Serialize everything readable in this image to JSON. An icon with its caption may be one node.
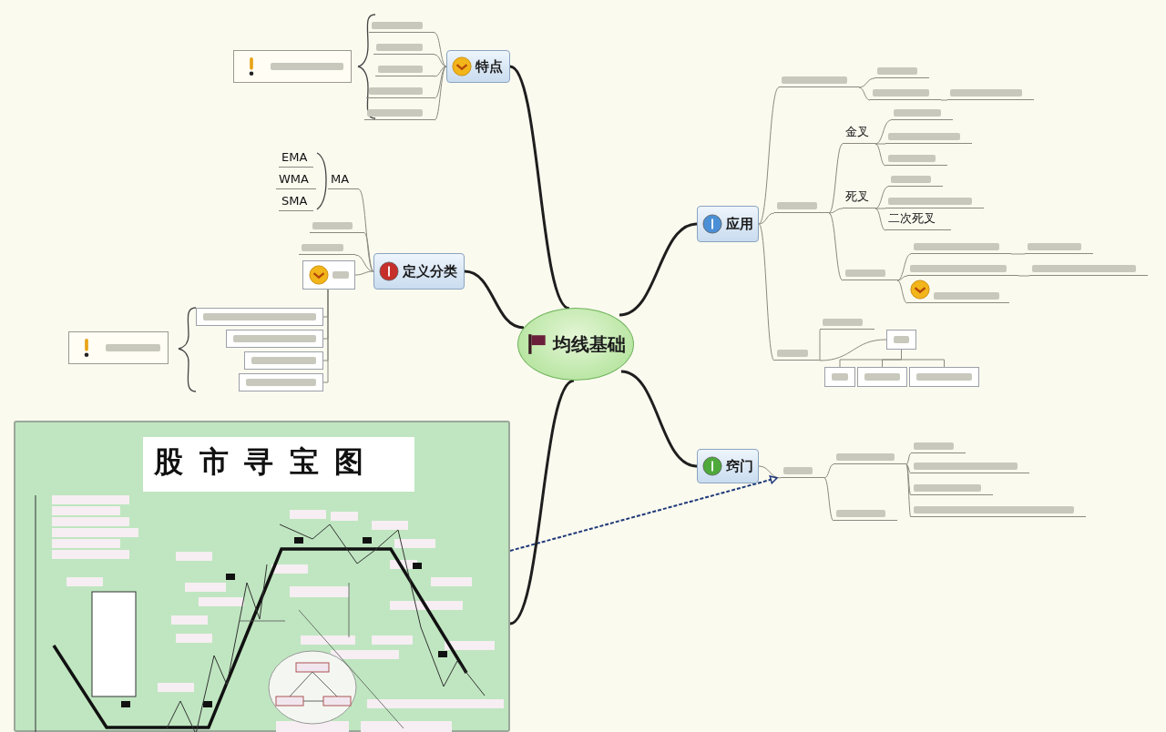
{
  "diagram": {
    "nodes": [
      {
        "text": [
          "均线基础"
        ]
      },
      {
        "text": [
          "特点"
        ]
      },
      {
        "text": [],
        "shape": "bar"
      },
      {
        "text": [],
        "shape": "bar"
      },
      {
        "text": [],
        "shape": "bar"
      },
      {
        "text": [],
        "shape": "bar"
      },
      {
        "text": [],
        "shape": "bar"
      },
      {
        "text": [],
        "shape": "box"
      },
      {
        "text": [
          "定义分类"
        ]
      },
      {
        "text": [
          "MA"
        ]
      },
      {
        "text": [
          "EMA"
        ]
      },
      {
        "text": [
          "WMA"
        ]
      },
      {
        "text": [
          "SMA"
        ]
      },
      {
        "text": [],
        "shape": "bar"
      },
      {
        "text": [],
        "shape": "bar"
      },
      {
        "text": [],
        "shape": "box"
      },
      {
        "text": [],
        "shape": "box"
      },
      {
        "text": [],
        "shape": "box"
      },
      {
        "text": [],
        "shape": "box"
      },
      {
        "text": [],
        "shape": "box"
      },
      {
        "text": [],
        "shape": "box"
      },
      {
        "text": [
          "应用"
        ]
      },
      {
        "text": [],
        "shape": "bar"
      },
      {
        "text": [],
        "shape": "bar"
      },
      {
        "text": [],
        "shape": "bar"
      },
      {
        "text": [],
        "shape": "bar"
      },
      {
        "text": [],
        "shape": "bar"
      },
      {
        "text": [
          "金叉"
        ]
      },
      {
        "text": [],
        "shape": "bar"
      },
      {
        "text": [],
        "shape": "bar"
      },
      {
        "text": [],
        "shape": "bar"
      },
      {
        "text": [
          "死叉"
        ]
      },
      {
        "text": [],
        "shape": "bar"
      },
      {
        "text": [],
        "shape": "bar"
      },
      {
        "text": [
          "二次死叉"
        ]
      },
      {
        "text": [],
        "shape": "bar"
      },
      {
        "text": [],
        "shape": "bar"
      },
      {
        "text": [],
        "shape": "bar"
      },
      {
        "text": [],
        "shape": "bar"
      },
      {
        "text": [],
        "shape": "bar"
      },
      {
        "text": [],
        "shape": "bar"
      },
      {
        "text": [],
        "shape": "bar"
      },
      {
        "text": [],
        "shape": "bar"
      },
      {
        "text": [],
        "shape": "box"
      },
      {
        "text": [],
        "shape": "box"
      },
      {
        "text": [],
        "shape": "box"
      },
      {
        "text": [],
        "shape": "box"
      },
      {
        "text": [
          "窍门"
        ]
      },
      {
        "text": [],
        "shape": "bar"
      },
      {
        "text": [],
        "shape": "bar"
      },
      {
        "text": [],
        "shape": "bar"
      },
      {
        "text": [],
        "shape": "bar"
      },
      {
        "text": [],
        "shape": "bar"
      },
      {
        "text": [],
        "shape": "bar"
      },
      {
        "text": [],
        "shape": "bar"
      },
      {
        "text": [
          "股市寻宝图"
        ]
      }
    ],
    "edges": [
      {
        "from": 0,
        "to": 1,
        "arrow": "none",
        "style": "thick",
        "color": "#1e1e1e"
      },
      {
        "from": 1,
        "to": 2,
        "arrow": "none"
      },
      {
        "from": 1,
        "to": 3,
        "arrow": "none"
      },
      {
        "from": 1,
        "to": 4,
        "arrow": "none"
      },
      {
        "from": 1,
        "to": 5,
        "arrow": "none"
      },
      {
        "from": 1,
        "to": 6,
        "arrow": "none"
      },
      {
        "from": 0,
        "to": 8,
        "arrow": "none",
        "style": "thick",
        "color": "#1e1e1e"
      },
      {
        "from": 8,
        "to": 9,
        "arrow": "none"
      },
      {
        "from": 8,
        "to": 13,
        "arrow": "none"
      },
      {
        "from": 8,
        "to": 14,
        "arrow": "none"
      },
      {
        "from": 8,
        "to": 15,
        "arrow": "none"
      },
      {
        "from": 15,
        "to": 16,
        "arrow": "none"
      },
      {
        "from": 15,
        "to": 17,
        "arrow": "none"
      },
      {
        "from": 15,
        "to": 18,
        "arrow": "none"
      },
      {
        "from": 15,
        "to": 19,
        "arrow": "none"
      },
      {
        "from": 0,
        "to": 21,
        "arrow": "none",
        "style": "thick",
        "color": "#1e1e1e"
      },
      {
        "from": 21,
        "to": 22,
        "arrow": "none"
      },
      {
        "from": 22,
        "to": 23,
        "arrow": "none"
      },
      {
        "from": 22,
        "to": 24,
        "arrow": "none"
      },
      {
        "from": 24,
        "to": 25,
        "arrow": "none"
      },
      {
        "from": 21,
        "to": 26,
        "arrow": "none"
      },
      {
        "from": 26,
        "to": 27,
        "arrow": "none"
      },
      {
        "from": 27,
        "to": 28,
        "arrow": "none"
      },
      {
        "from": 27,
        "to": 29,
        "arrow": "none"
      },
      {
        "from": 27,
        "to": 30,
        "arrow": "none"
      },
      {
        "from": 26,
        "to": 31,
        "arrow": "none"
      },
      {
        "from": 31,
        "to": 32,
        "arrow": "none"
      },
      {
        "from": 31,
        "to": 33,
        "arrow": "none"
      },
      {
        "from": 31,
        "to": 34,
        "arrow": "none"
      },
      {
        "from": 26,
        "to": 35,
        "arrow": "none"
      },
      {
        "from": 35,
        "to": 36,
        "arrow": "none"
      },
      {
        "from": 36,
        "to": 37,
        "arrow": "none"
      },
      {
        "from": 35,
        "to": 38,
        "arrow": "none"
      },
      {
        "from": 38,
        "to": 39,
        "arrow": "none"
      },
      {
        "from": 35,
        "to": 40,
        "arrow": "none"
      },
      {
        "from": 21,
        "to": 41,
        "arrow": "none"
      },
      {
        "from": 41,
        "to": 42,
        "arrow": "none"
      },
      {
        "from": 41,
        "to": 43,
        "arrow": "none"
      },
      {
        "from": 43,
        "to": 44,
        "arrow": "none"
      },
      {
        "from": 43,
        "to": 45,
        "arrow": "none"
      },
      {
        "from": 43,
        "to": 46,
        "arrow": "none"
      },
      {
        "from": 0,
        "to": 47,
        "arrow": "none",
        "style": "thick",
        "color": "#1e1e1e"
      },
      {
        "from": 47,
        "to": 48,
        "arrow": "none"
      },
      {
        "from": 48,
        "to": 49,
        "arrow": "none"
      },
      {
        "from": 49,
        "to": 50,
        "arrow": "none"
      },
      {
        "from": 49,
        "to": 51,
        "arrow": "none"
      },
      {
        "from": 49,
        "to": 52,
        "arrow": "none"
      },
      {
        "from": 49,
        "to": 53,
        "arrow": "none"
      },
      {
        "from": 48,
        "to": 54,
        "arrow": "none"
      },
      {
        "from": 55,
        "to": 48,
        "arrow": "to",
        "style": "dashed",
        "color": "#1f3a7a"
      },
      {
        "from": 0,
        "to": 55,
        "arrow": "none",
        "style": "thick",
        "color": "#1e1e1e"
      }
    ]
  }
}
